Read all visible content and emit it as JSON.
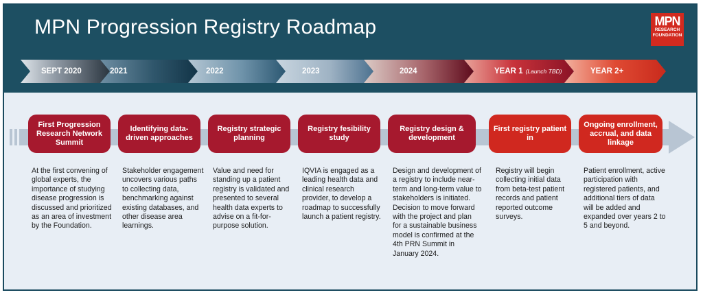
{
  "title": "MPN Progression Registry Roadmap",
  "logo": {
    "line1": "MPN",
    "line2": "RESEARCH",
    "line3": "FOUNDATION"
  },
  "timeline": [
    {
      "label": "SEPT 2020",
      "sub": ""
    },
    {
      "label": "2021",
      "sub": ""
    },
    {
      "label": "2022",
      "sub": ""
    },
    {
      "label": "2023",
      "sub": ""
    },
    {
      "label": "2024",
      "sub": ""
    },
    {
      "label": "YEAR 1",
      "sub": "(Launch TBD)"
    },
    {
      "label": "YEAR 2+",
      "sub": ""
    }
  ],
  "milestones": [
    {
      "title": "First Progression Research Network Summit",
      "description": "At the first convening of global experts, the importance of studying disease progression is discussed and prioritized as an area of investment by the Foundation."
    },
    {
      "title": "Identifying data-driven approaches",
      "description": "Stakeholder engagement uncovers various paths to collecting data, benchmarking against existing databases, and other disease area learnings."
    },
    {
      "title": "Registry strategic planning",
      "description": "Value and need for standing up a patient registry is validated and presented to several health data experts to advise on a fit-for-purpose solution."
    },
    {
      "title": "Registry fesibility study",
      "description": "IQVIA is engaged as a leading health data and clinical research provider, to develop a roadmap to successfully launch a patient registry."
    },
    {
      "title": "Registry design & development",
      "description": "Design and development of a registry to include near-term and long-term value to stakeholders is initiated. Decision to move forward with the project and plan for a sustainable business model is confirmed at the 4th PRN Summit in January 2024."
    },
    {
      "title": "First registry patient in",
      "description": "Registry will begin collecting initial data from beta-test patient records and patient reported outcome surveys."
    },
    {
      "title": "Ongoing enrollment, accrual, and data linkage",
      "description": "Patient enrollment, active participation with registered patients, and additional tiers of data will be added and expanded over years 2 to 5 and beyond."
    }
  ],
  "colors": {
    "header": "#1d4f62",
    "milestone_dark": "#a6192e",
    "milestone_red": "#d0281f",
    "background": "#e8eef5",
    "arrow": "#b8c5d3"
  }
}
